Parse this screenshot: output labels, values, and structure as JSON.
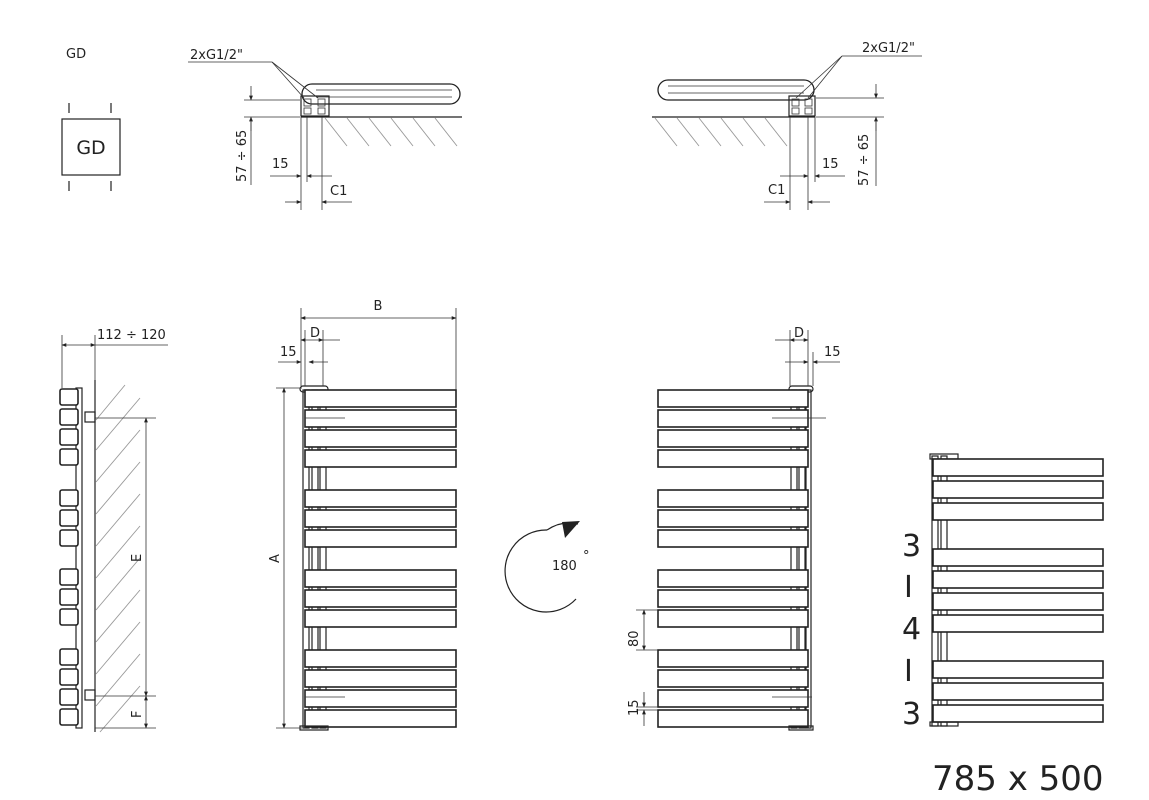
{
  "variant_label": "GD",
  "connection_box_label": "GD",
  "top_left": {
    "thread": "2xG1/2\"",
    "height_range": "57 ÷ 65",
    "offset": "15",
    "c_label": "C1"
  },
  "top_right": {
    "thread": "2xG1/2\"",
    "height_range": "57 ÷ 65",
    "offset": "15",
    "c_label": "C1"
  },
  "side_view": {
    "depth_range": "112 ÷ 120",
    "e_label": "E",
    "f_label": "F"
  },
  "front_view": {
    "b_label": "B",
    "d_label": "D",
    "offset": "15",
    "a_label": "A"
  },
  "rear_view": {
    "d_label": "D",
    "offset": "15",
    "spacing": "80",
    "bar_height": "15"
  },
  "rotation": "180",
  "rotation_unit": "°",
  "grouping": {
    "top": "3",
    "sep1": "I",
    "mid": "4",
    "sep2": "I",
    "bottom": "3"
  },
  "size_caption": "785 x 500"
}
